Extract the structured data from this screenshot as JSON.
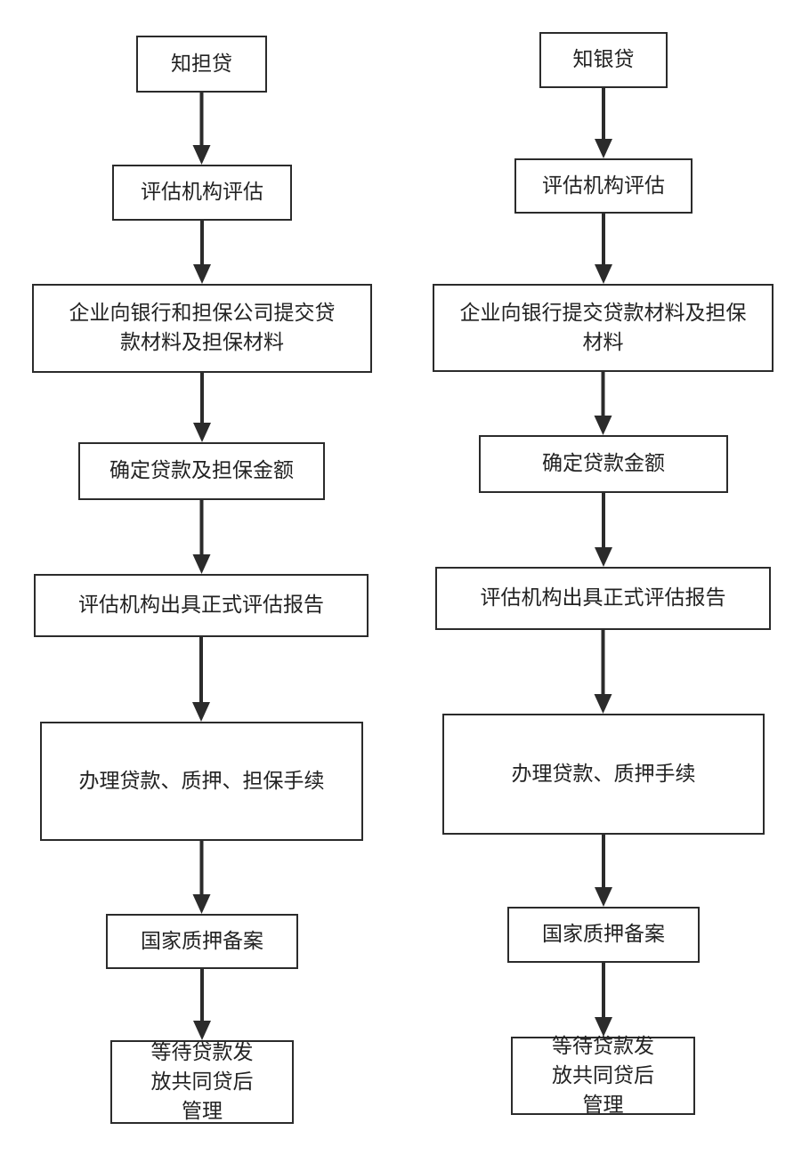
{
  "flows": [
    {
      "name": "left-flow",
      "steps": [
        "知担贷",
        "评估机构评估",
        "企业向银行和担保公司提交贷款材料及担保材料",
        "确定贷款及担保金额",
        "评估机构出具正式评估报告",
        "办理贷款、质押、担保手续",
        "国家质押备案",
        "等待贷款发放共同贷后管理"
      ]
    },
    {
      "name": "right-flow",
      "steps": [
        "知银贷",
        "评估机构评估",
        "企业向银行提交贷款材料及担保材料",
        "确定贷款金额",
        "评估机构出具正式评估报告",
        "办理贷款、质押手续",
        "国家质押备案",
        "等待贷款发放共同贷后管理"
      ]
    }
  ],
  "colors": {
    "line": "#2b2b2b",
    "text": "#222222"
  }
}
